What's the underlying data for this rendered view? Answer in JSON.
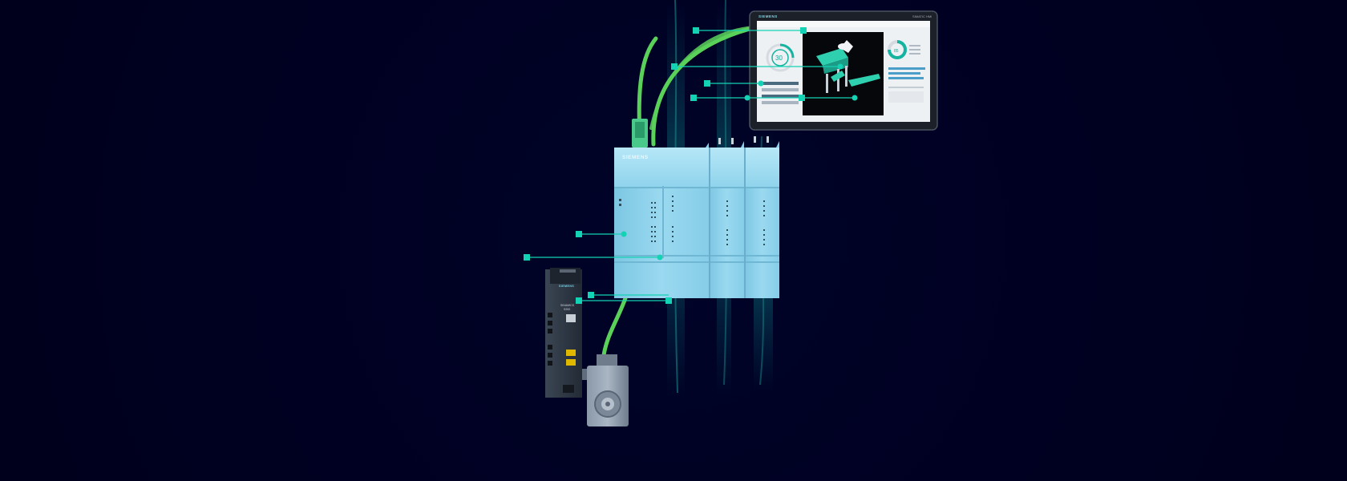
{
  "scene": {
    "background_color": "#000022",
    "accent_color": "#14d2b4",
    "cable_color": "#5ad25a"
  },
  "plc": {
    "brand": "SIEMENS",
    "body_color": "#8fd3ec"
  },
  "hmi": {
    "brand": "SIEMENS",
    "product": "SIMATIC HMI",
    "gauge_value": "30",
    "donut_value": "85"
  },
  "drive": {
    "brand": "SIEMENS",
    "product_line1": "SINAMICS",
    "product_line2": "S200"
  },
  "motor": {
    "icon": "servo-motor-icon"
  },
  "hotspots": [
    {
      "name": "hotspot-network-top"
    },
    {
      "name": "hotspot-hmi-1"
    },
    {
      "name": "hotspot-hmi-2"
    },
    {
      "name": "hotspot-hmi-3"
    },
    {
      "name": "hotspot-hmi-4"
    },
    {
      "name": "hotspot-plc-cpu"
    },
    {
      "name": "hotspot-plc-io"
    },
    {
      "name": "hotspot-drive"
    }
  ]
}
